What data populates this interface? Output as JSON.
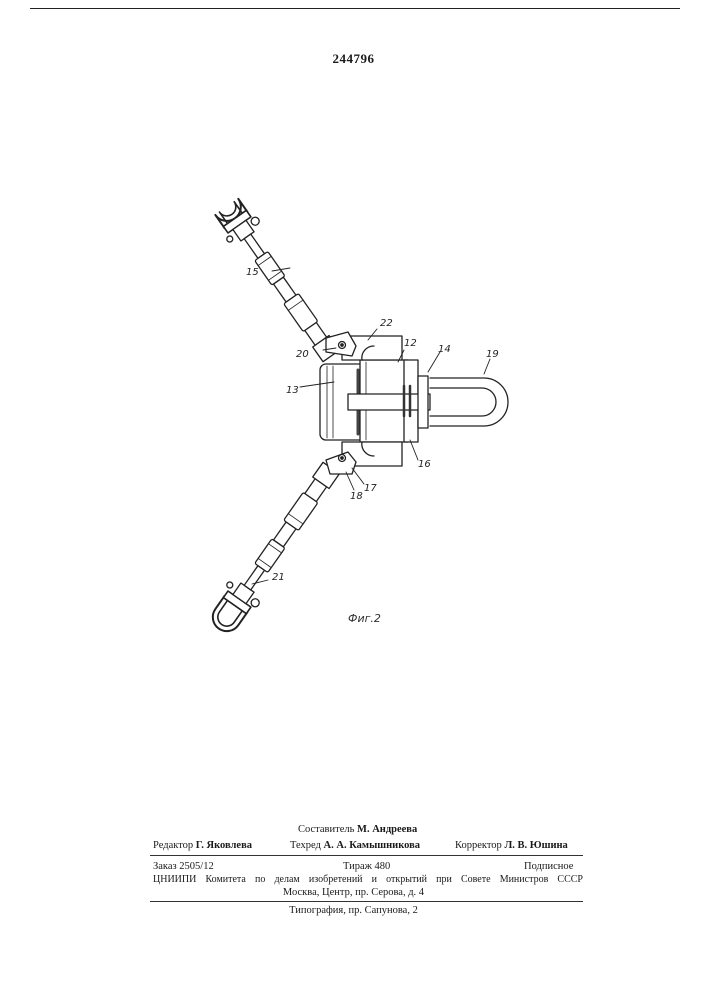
{
  "patent_number": "244796",
  "figure": {
    "caption": "Фиг.2",
    "labels": {
      "l12": "12",
      "l13": "13",
      "l14": "14",
      "l15": "15",
      "l16": "16",
      "l17": "17",
      "l18": "18",
      "l19": "19",
      "l20": "20",
      "l21": "21",
      "l22": "22"
    }
  },
  "imprint": {
    "compiler_role": "Составитель",
    "compiler_name": "М. Андреева",
    "editor_role": "Редактор",
    "editor_name": "Г. Яковлева",
    "techred_role": "Техред",
    "techred_name": "А. А. Камышникова",
    "corrector_role": "Корректор",
    "corrector_name": "Л. В. Юшина",
    "order": "Заказ 2505/12",
    "print_run": "Тираж 480",
    "subscription": "Подписное",
    "org_line1": "ЦНИИПИ Комитета по делам изобретений и открытий при Совете Министров СССР",
    "org_line2": "Москва, Центр, пр. Серова, д. 4",
    "printing_house": "Типография, пр. Сапунова, 2"
  }
}
